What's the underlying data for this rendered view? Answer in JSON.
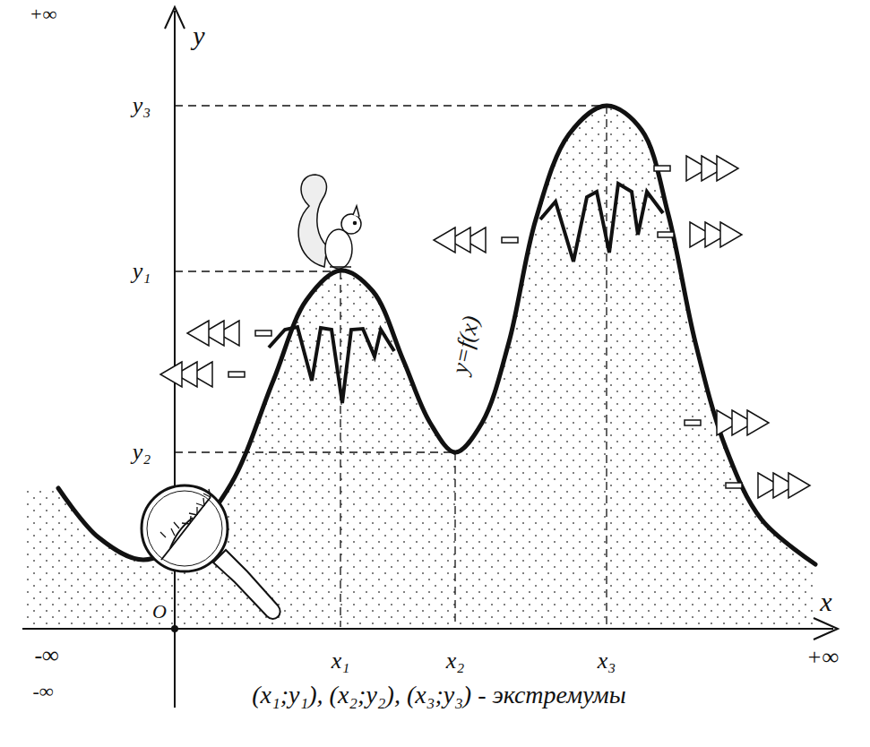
{
  "diagram": {
    "caption": "(x₁;y₁), (x₂;y₂), (x₃;y₃) - экстремумы",
    "labels": [
      "+∞",
      "y",
      "y₃",
      "y₁",
      "y₂",
      "O",
      "x₁",
      "x₂",
      "x₃",
      "x",
      "-∞",
      "+∞",
      "-∞",
      "y=f(x)"
    ]
  }
}
